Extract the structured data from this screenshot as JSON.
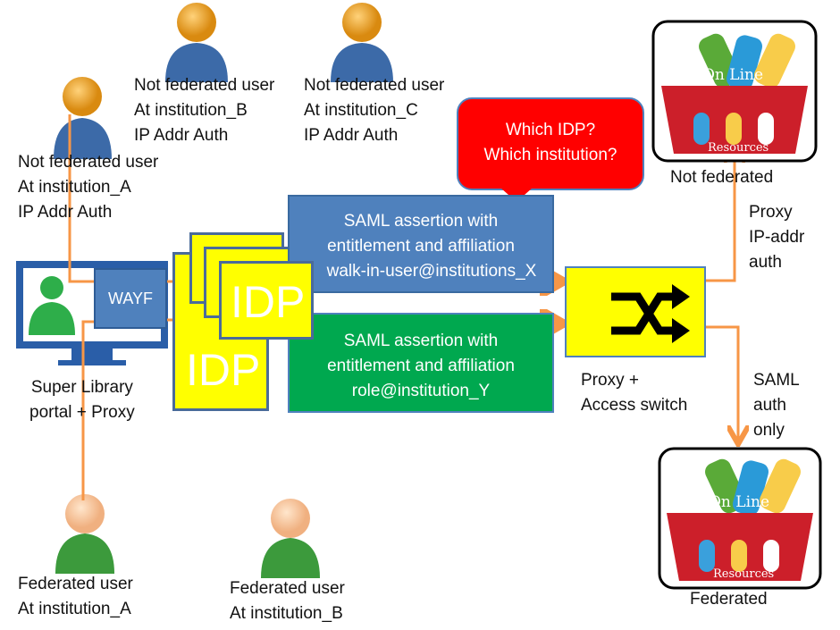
{
  "users": {
    "nf_b": [
      "Not federated user",
      "At institution_B",
      "IP Addr Auth"
    ],
    "nf_c": [
      "Not federated user",
      "At institution_C",
      "IP Addr Auth"
    ],
    "nf_a": [
      "Not federated user",
      "At institution_A",
      "IP Addr Auth"
    ],
    "f_a": [
      "Federated user",
      "At institution_A"
    ],
    "f_b": [
      "Federated user",
      "At institution_B"
    ]
  },
  "portal": {
    "wayf": "WAYF",
    "label": [
      "Super Library",
      "portal + Proxy"
    ]
  },
  "idp": {
    "label": "IDP"
  },
  "callout": [
    "Which IDP?",
    "Which institution?"
  ],
  "saml_x": [
    "SAML assertion with",
    "entitlement and affiliation",
    "walk-in-user@institutions_X"
  ],
  "saml_y": [
    "SAML assertion with",
    "entitlement and affiliation",
    "role@institution_Y"
  ],
  "switch": [
    "Proxy +",
    "Access switch"
  ],
  "resources": {
    "logo_top": "On Line",
    "logo_bottom": "Resources",
    "not_federated": "Not federated",
    "federated": "Federated"
  },
  "paths": {
    "proxy": [
      "Proxy",
      "IP-addr",
      "auth"
    ],
    "saml": [
      "SAML",
      "auth",
      "only"
    ]
  },
  "colors": {
    "orange": "#f79646",
    "blue": "#4f81bd",
    "green": "#00a84f",
    "yellow": "#ffff00",
    "red": "#ff0000"
  }
}
